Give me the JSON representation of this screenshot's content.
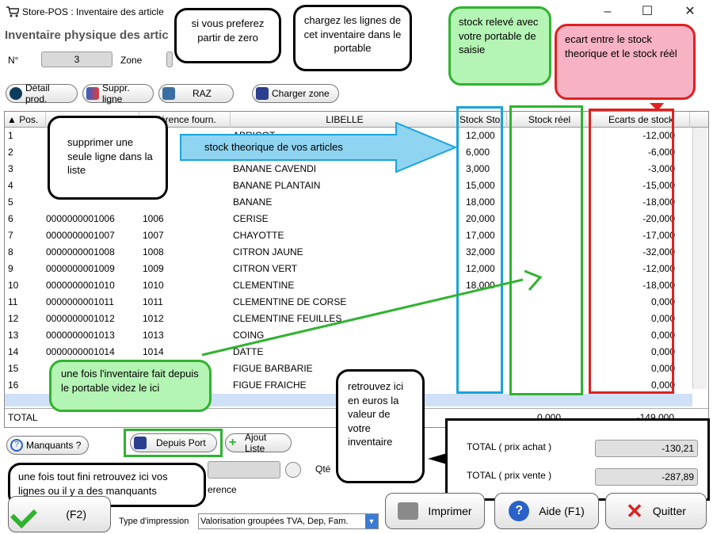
{
  "window": {
    "title": "Store-POS : Inventaire des article"
  },
  "header": {
    "subtitle": "Inventaire physique des artic",
    "num_label": "N°",
    "num_value": "3",
    "zone_label": "Zone"
  },
  "toolbar": {
    "detail": "Détail prod.",
    "suppr": "Suppr. ligne",
    "raz": "RAZ",
    "charger": "Charger zone"
  },
  "table": {
    "headers": {
      "pos": "Pos.",
      "ref": "éférence fourn.",
      "libelle": "LIBELLE",
      "stock_sto": "Stock Sto",
      "stock_reel": "Stock réel",
      "ecarts": "Ecarts de stock"
    },
    "rows": [
      {
        "pos": "1",
        "code": "",
        "ref": "",
        "libelle": "ABRICOT",
        "stock": "12,000",
        "reel": "",
        "ecart": "-12,000"
      },
      {
        "pos": "2",
        "code": "",
        "ref": "",
        "libelle": "",
        "stock": "6,000",
        "reel": "",
        "ecart": "-6,000"
      },
      {
        "pos": "3",
        "code": "",
        "ref": "",
        "libelle": "BANANE CAVENDI",
        "stock": "3,000",
        "reel": "",
        "ecart": "-3,000"
      },
      {
        "pos": "4",
        "code": "",
        "ref": "",
        "libelle": "BANANE PLANTAIN",
        "stock": "15,000",
        "reel": "",
        "ecart": "-15,000"
      },
      {
        "pos": "5",
        "code": "",
        "ref": "",
        "libelle": "BANANE",
        "stock": "18,000",
        "reel": "",
        "ecart": "-18,000"
      },
      {
        "pos": "6",
        "code": "0000000001006",
        "ref": "1006",
        "libelle": "CERISE",
        "stock": "20,000",
        "reel": "",
        "ecart": "-20,000"
      },
      {
        "pos": "7",
        "code": "0000000001007",
        "ref": "1007",
        "libelle": "CHAYOTTE",
        "stock": "17,000",
        "reel": "",
        "ecart": "-17,000"
      },
      {
        "pos": "8",
        "code": "0000000001008",
        "ref": "1008",
        "libelle": "CITRON JAUNE",
        "stock": "32,000",
        "reel": "",
        "ecart": "-32,000"
      },
      {
        "pos": "9",
        "code": "0000000001009",
        "ref": "1009",
        "libelle": "CITRON VERT",
        "stock": "12,000",
        "reel": "",
        "ecart": "-12,000"
      },
      {
        "pos": "10",
        "code": "0000000001010",
        "ref": "1010",
        "libelle": "CLEMENTINE",
        "stock": "18,000",
        "reel": "",
        "ecart": "-18,000"
      },
      {
        "pos": "11",
        "code": "0000000001011",
        "ref": "1011",
        "libelle": "CLEMENTINE DE CORSE",
        "stock": "",
        "reel": "",
        "ecart": "0,000"
      },
      {
        "pos": "12",
        "code": "0000000001012",
        "ref": "1012",
        "libelle": "CLEMENTINE FEUILLES",
        "stock": "",
        "reel": "",
        "ecart": "0,000"
      },
      {
        "pos": "13",
        "code": "0000000001013",
        "ref": "1013",
        "libelle": "COING",
        "stock": "",
        "reel": "",
        "ecart": "0,000"
      },
      {
        "pos": "14",
        "code": "0000000001014",
        "ref": "1014",
        "libelle": "DATTE",
        "stock": "",
        "reel": "",
        "ecart": "0,000"
      },
      {
        "pos": "15",
        "code": "",
        "ref": "",
        "libelle": "FIGUE BARBARIE",
        "stock": "",
        "reel": "",
        "ecart": "0,000"
      },
      {
        "pos": "16",
        "code": "",
        "ref": "",
        "libelle": "FIGUE FRAICHE",
        "stock": "",
        "reel": "",
        "ecart": "0,000"
      }
    ],
    "total_label": "TOTAL",
    "total_reel": "0,000",
    "total_ecart": "-149,000"
  },
  "bottom": {
    "manquants": "Manquants ?",
    "depuis_port": "Depuis Port",
    "ajout_liste": "Ajout Liste",
    "qte_label": "Qté",
    "reference_label": "erence",
    "total_achat_label": "TOTAL ( prix achat )",
    "total_achat_value": "-130,21",
    "total_vente_label": "TOTAL ( prix vente )",
    "total_vente_value": "-287,89",
    "f2_label": "(F2)",
    "type_impression_label": "Type d'impression",
    "type_impression_value": "Valorisation groupées TVA, Dep, Fam.",
    "imprimer": "Imprimer",
    "aide": "Aide (F1)",
    "quitter": "Quitter"
  },
  "callouts": {
    "raz": "si vous preferez partir de zero",
    "charger": "chargez les lignes de cet inventaire dans le portable",
    "stock_releve": "stock relevé avec votre portable de saisie",
    "ecart": "ecart entre le stock theorique et le stock réèl",
    "supprimer": "supprimer une seule ligne dans la liste",
    "stock_theo": "stock theorique de vos articles",
    "vider": "une fois l'inventaire fait depuis le portable videz le ici",
    "euros": "retrouvez ici en euros la valeur de votre inventaire",
    "manquants": "une fois tout fini retrouvez ici vos lignes ou il y a des manquants"
  },
  "colors": {
    "green": "#2fb32f",
    "blue": "#1aa3e0",
    "red": "#e02020",
    "arrow_blue": "#8fd4f0"
  }
}
